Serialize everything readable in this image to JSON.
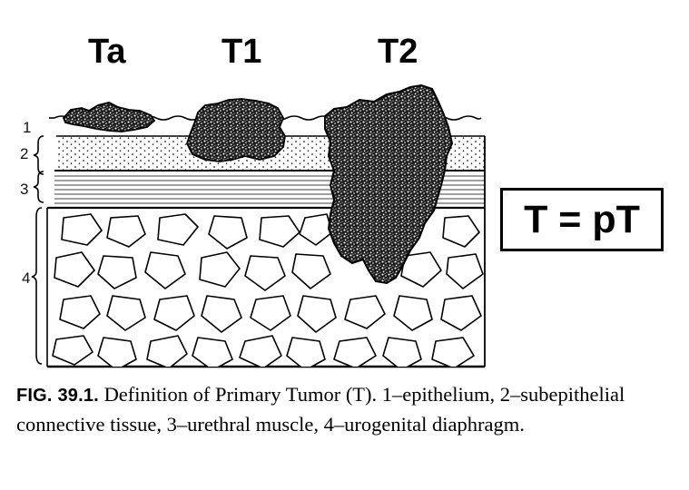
{
  "tumor_labels": {
    "ta": "Ta",
    "t1": "T1",
    "t2": "T2"
  },
  "layer_numbers": {
    "one": "1",
    "two": "2",
    "three": "3",
    "four": "4"
  },
  "stage_box": {
    "text": "T = pT"
  },
  "caption": {
    "figure_number": "FIG. 39.1.",
    "text": "Definition of Primary Tumor (T). 1–epithelium, 2–subepithelial connective tissue, 3–urethral muscle, 4–urogenital diaphragm."
  },
  "colors": {
    "ink": "#000000",
    "paper": "#ffffff"
  }
}
